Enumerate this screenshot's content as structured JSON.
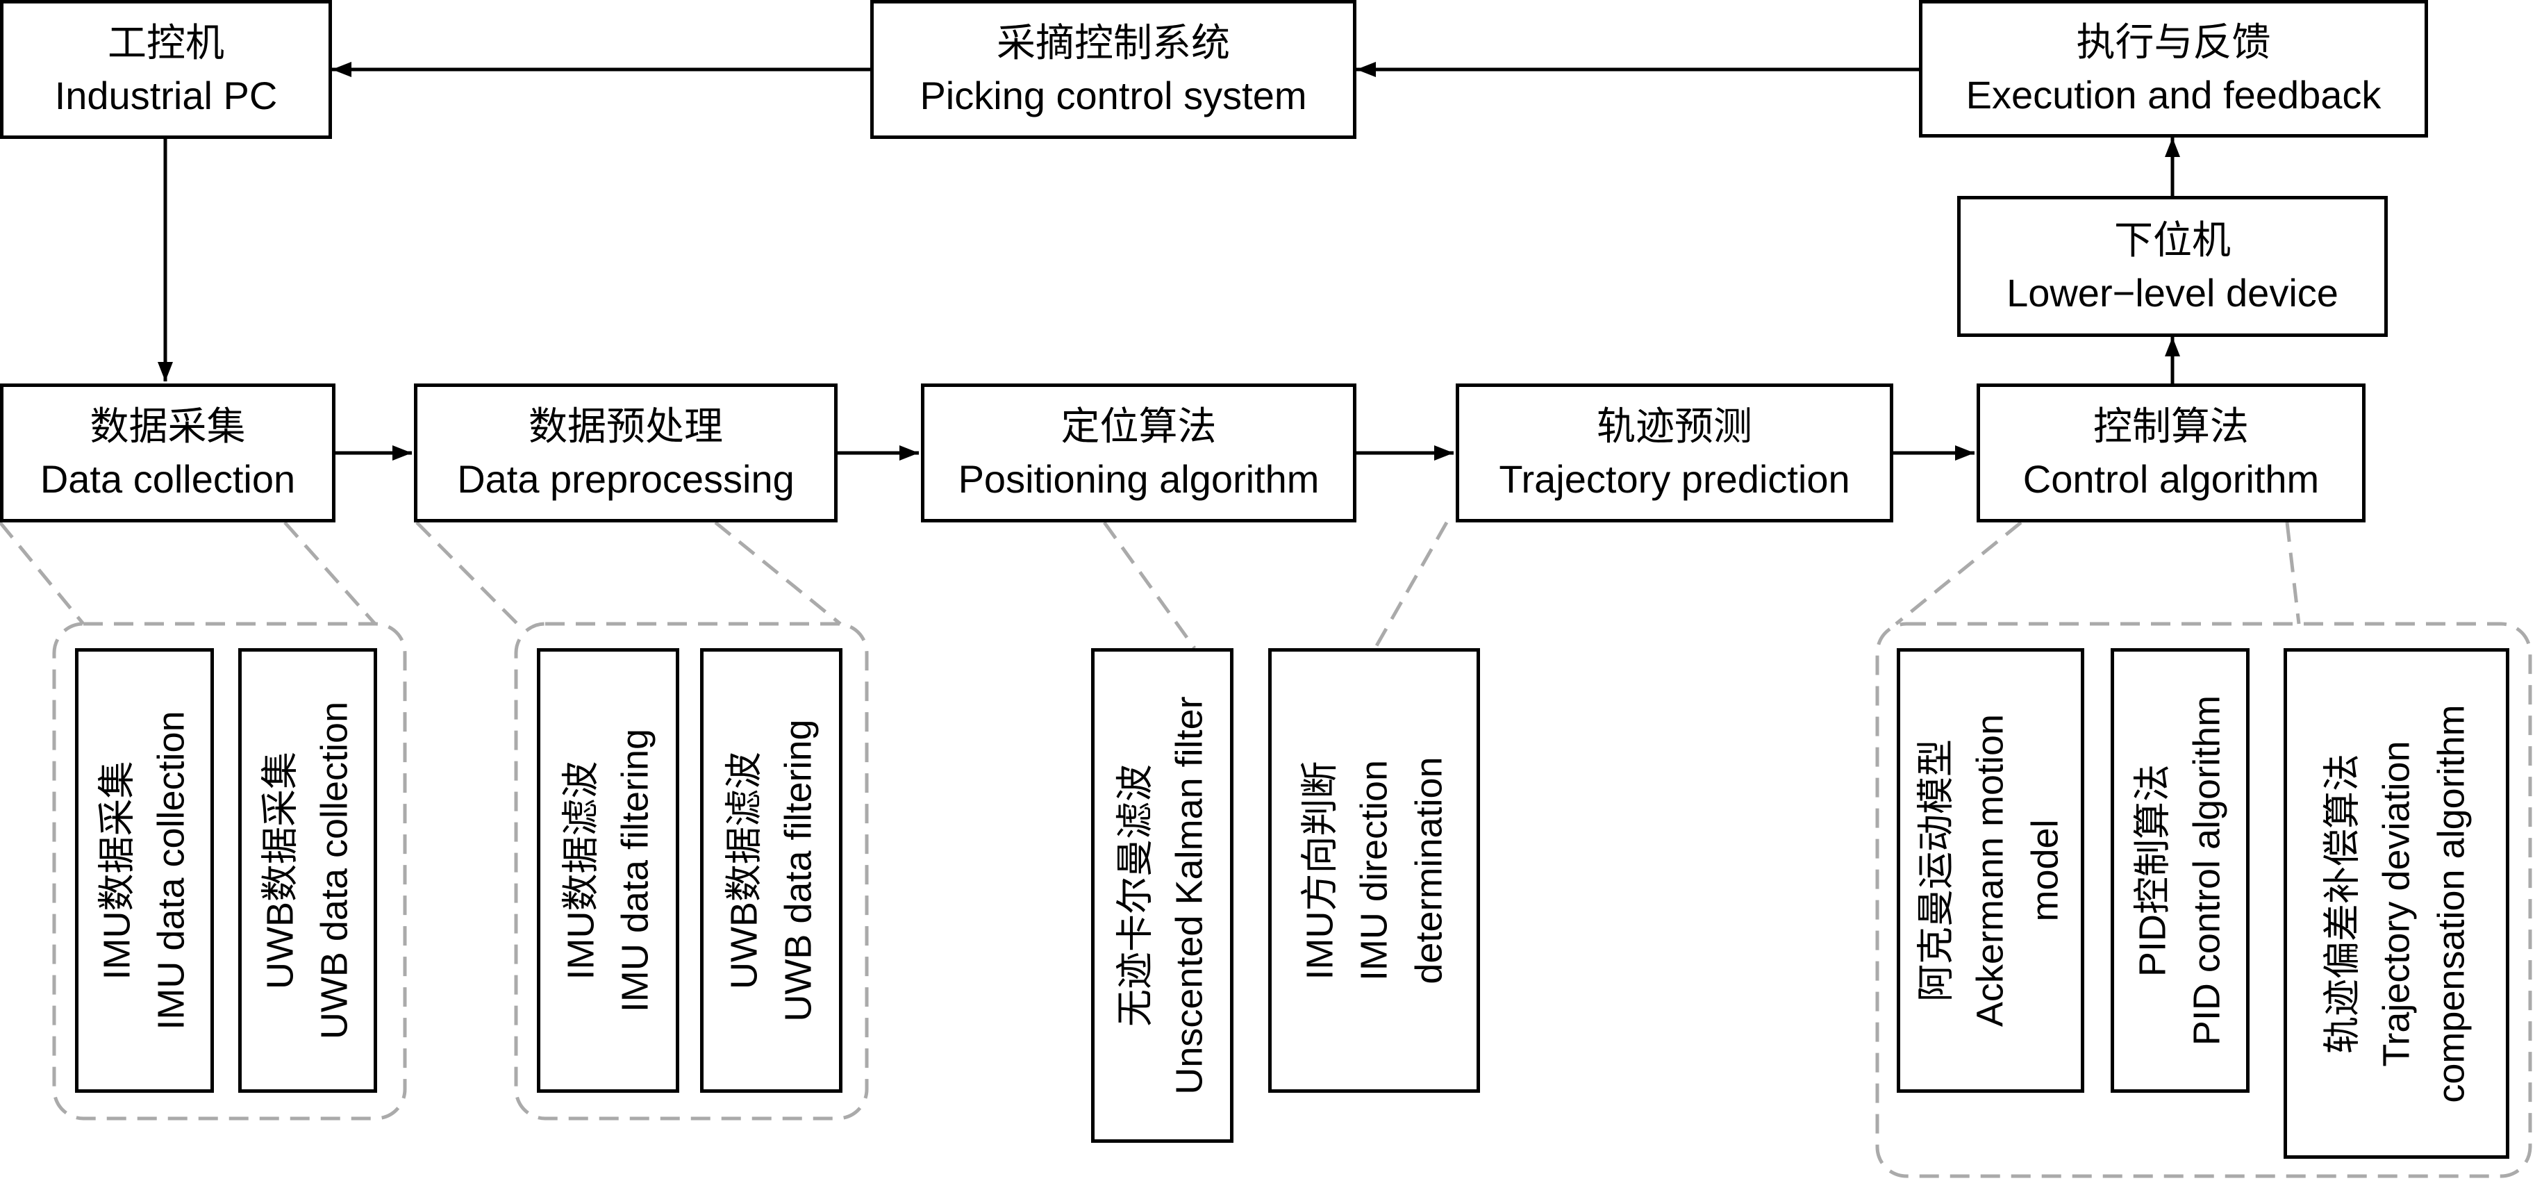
{
  "diagram": {
    "top_row": {
      "industrial_pc": {
        "zh": "工控机",
        "en": "Industrial PC"
      },
      "picking_control": {
        "zh": "采摘控制系统",
        "en": "Picking control system"
      },
      "execution": {
        "zh": "执行与反馈",
        "en": "Execution and feedback"
      }
    },
    "lower_level": {
      "zh": "下位机",
      "en": "Lower−level device"
    },
    "main_row": {
      "data_collection": {
        "zh": "数据采集",
        "en": "Data collection"
      },
      "data_preprocessing": {
        "zh": "数据预处理",
        "en": "Data preprocessing"
      },
      "positioning": {
        "zh": "定位算法",
        "en": "Positioning algorithm"
      },
      "trajectory_prediction": {
        "zh": "轨迹预测",
        "en": "Trajectory prediction"
      },
      "control_algorithm": {
        "zh": "控制算法",
        "en": "Control algorithm"
      }
    },
    "sub_boxes": {
      "imu_collection": {
        "zh": "IMU数据采集",
        "en": "IMU data collection"
      },
      "uwb_collection": {
        "zh": "UWB数据采集",
        "en": "UWB data collection"
      },
      "imu_filtering": {
        "zh": "IMU数据滤波",
        "en": "IMU data filtering"
      },
      "uwb_filtering": {
        "zh": "UWB数据滤波",
        "en": "UWB data filtering"
      },
      "ukf": {
        "zh": "无迹卡尔曼滤波",
        "en": "Unscented Kalman filter"
      },
      "imu_direction": {
        "zh": "IMU方向判断",
        "en1": "IMU direction",
        "en2": "determination"
      },
      "ackermann": {
        "zh": "阿克曼运动模型",
        "en1": "Ackermann motion",
        "en2": "model"
      },
      "pid": {
        "zh": "PID控制算法",
        "en": "PID control algorithm"
      },
      "deviation": {
        "zh": "轨迹偏差补偿算法",
        "en1": "Trajectory deviation",
        "en2": "compensation algorithm"
      }
    }
  },
  "colors": {
    "line": "#000000",
    "dashed": "#aaaaaa"
  }
}
